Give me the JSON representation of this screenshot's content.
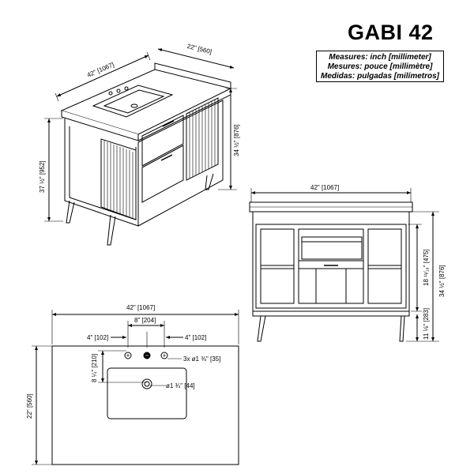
{
  "header": {
    "title": "GABI 42",
    "units": [
      "Measures: inch [millimeter]",
      "Mesures: pouce [millimètre]",
      "Medidas: pulgadas [milímetros]"
    ]
  },
  "iso_view": {
    "width_label": "42\" [1067]",
    "depth_label": "22\" [560]",
    "height_top_label": "34 ½\" [876]",
    "height_total_label": "37 ½\" [952]"
  },
  "front_view": {
    "width_label": "42\" [1067]",
    "height_label": "34 ½\" [876]",
    "drawer_label": "18 ¹¹⁄₁₆\" [475]",
    "leg_label": "11 ⅛\" [283]"
  },
  "top_view": {
    "width_label": "42\" [1067]",
    "center_label": "8\" [204]",
    "left_offset_label": "4\" [102]",
    "right_offset_label": "4\" [102]",
    "holes_label": "3x ø1 ⅜\" [35]",
    "sink_depth_label": "8 ¼\" [210]",
    "drain_label": "ø1 ¾\" [44]",
    "depth_label": "22\" [560]"
  }
}
